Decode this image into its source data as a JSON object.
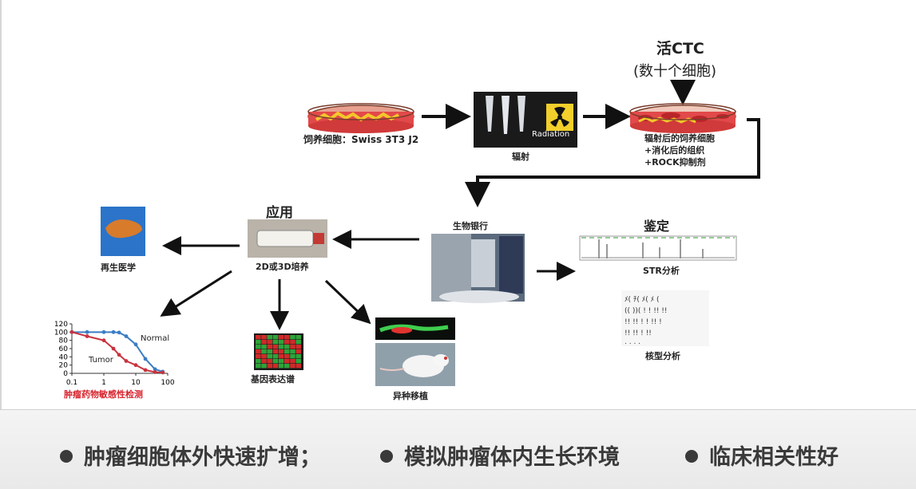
{
  "live_ctc": {
    "title": "活CTC",
    "subtitle": "(数十个细胞)"
  },
  "feeder_label": "饲养细胞：Swiss 3T3 J2",
  "radiation": {
    "caption": "辐射",
    "badge": "Radiation"
  },
  "irradiated_dish": {
    "line1": "辐射后的饲养细胞",
    "line2": "+消化后的组织",
    "line3": "+ROCK抑制剂"
  },
  "biobank_label": "生物银行",
  "application": {
    "title": "应用",
    "caption": "2D或3D培养"
  },
  "identification": {
    "title": "鉴定",
    "str_label": "STR分析",
    "karyotype_label": "核型分析"
  },
  "regen_label": "再生医学",
  "gene_label": "基因表达谱",
  "xeno_label": "异种移植",
  "chart": {
    "title": "肿瘤药物敏感性检测",
    "legend_normal": "Normal",
    "legend_tumor": "Tumor",
    "y_ticks": [
      "120",
      "100",
      "80",
      "60",
      "40",
      "20",
      "0"
    ],
    "x_ticks": [
      "0.1",
      "1",
      "10",
      "100"
    ]
  },
  "chart_data": {
    "type": "line",
    "x_scale": "log",
    "xlim": [
      0.1,
      100
    ],
    "ylim": [
      0,
      120
    ],
    "series": [
      {
        "name": "Normal",
        "color": "#3b7dc4",
        "x": [
          0.1,
          0.3,
          1,
          2,
          3,
          5,
          10,
          20,
          40,
          70
        ],
        "y": [
          100,
          100,
          100,
          100,
          99,
          90,
          70,
          35,
          10,
          4
        ]
      },
      {
        "name": "Tumor",
        "color": "#c8333f",
        "x": [
          0.1,
          0.3,
          1,
          2,
          3,
          5,
          10,
          20,
          40,
          70
        ],
        "y": [
          100,
          90,
          80,
          60,
          45,
          30,
          20,
          8,
          3,
          2
        ]
      }
    ]
  },
  "bottom_points": [
    "肿瘤细胞体外快速扩增；",
    "模拟肿瘤体内生长环境",
    "临床相关性好"
  ],
  "colors": {
    "arrow": "#111111",
    "normal": "#3b7dc4",
    "tumor": "#c8333f",
    "dish_red": "#e2494a",
    "dish_yellow": "#f3c72a"
  }
}
